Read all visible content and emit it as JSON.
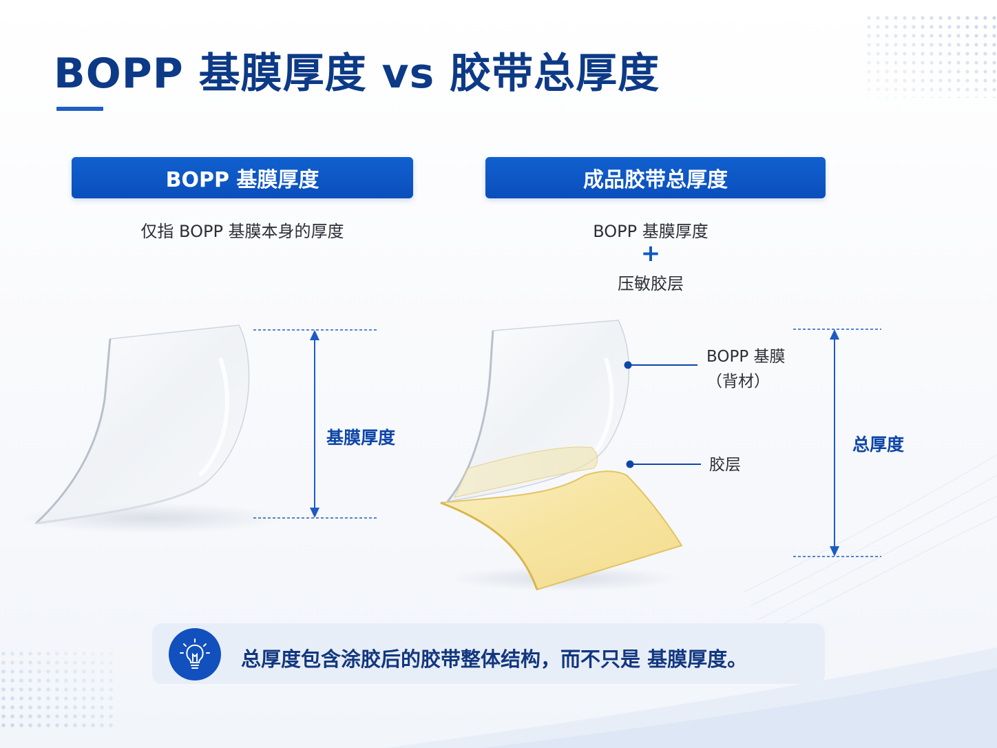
{
  "title": "BOPP 基膜厚度 vs 胶带总厚度",
  "left_panel": {
    "header": "BOPP 基膜厚度",
    "description": "仅指 BOPP 基膜本身的厚度",
    "dimension_label": "基膜厚度"
  },
  "right_panel": {
    "header": "成品胶带总厚度",
    "description_line1": "BOPP 基膜厚度",
    "plus": "+",
    "description_line2": "压敏胶层",
    "callout_backing_line1": "BOPP 基膜",
    "callout_backing_line2": "（背材）",
    "callout_adhesive": "胶层",
    "dimension_label": "总厚度"
  },
  "note": {
    "icon": "lightbulb-icon",
    "text": "总厚度包含涂胶后的胶带整体结构，而不只是 基膜厚度。"
  },
  "colors": {
    "title": "#0d3a86",
    "header_bg": "#0a4fbb",
    "accent": "#1358c4",
    "adhesive": "#f5df8a",
    "note_bg": "#e8eef8"
  }
}
